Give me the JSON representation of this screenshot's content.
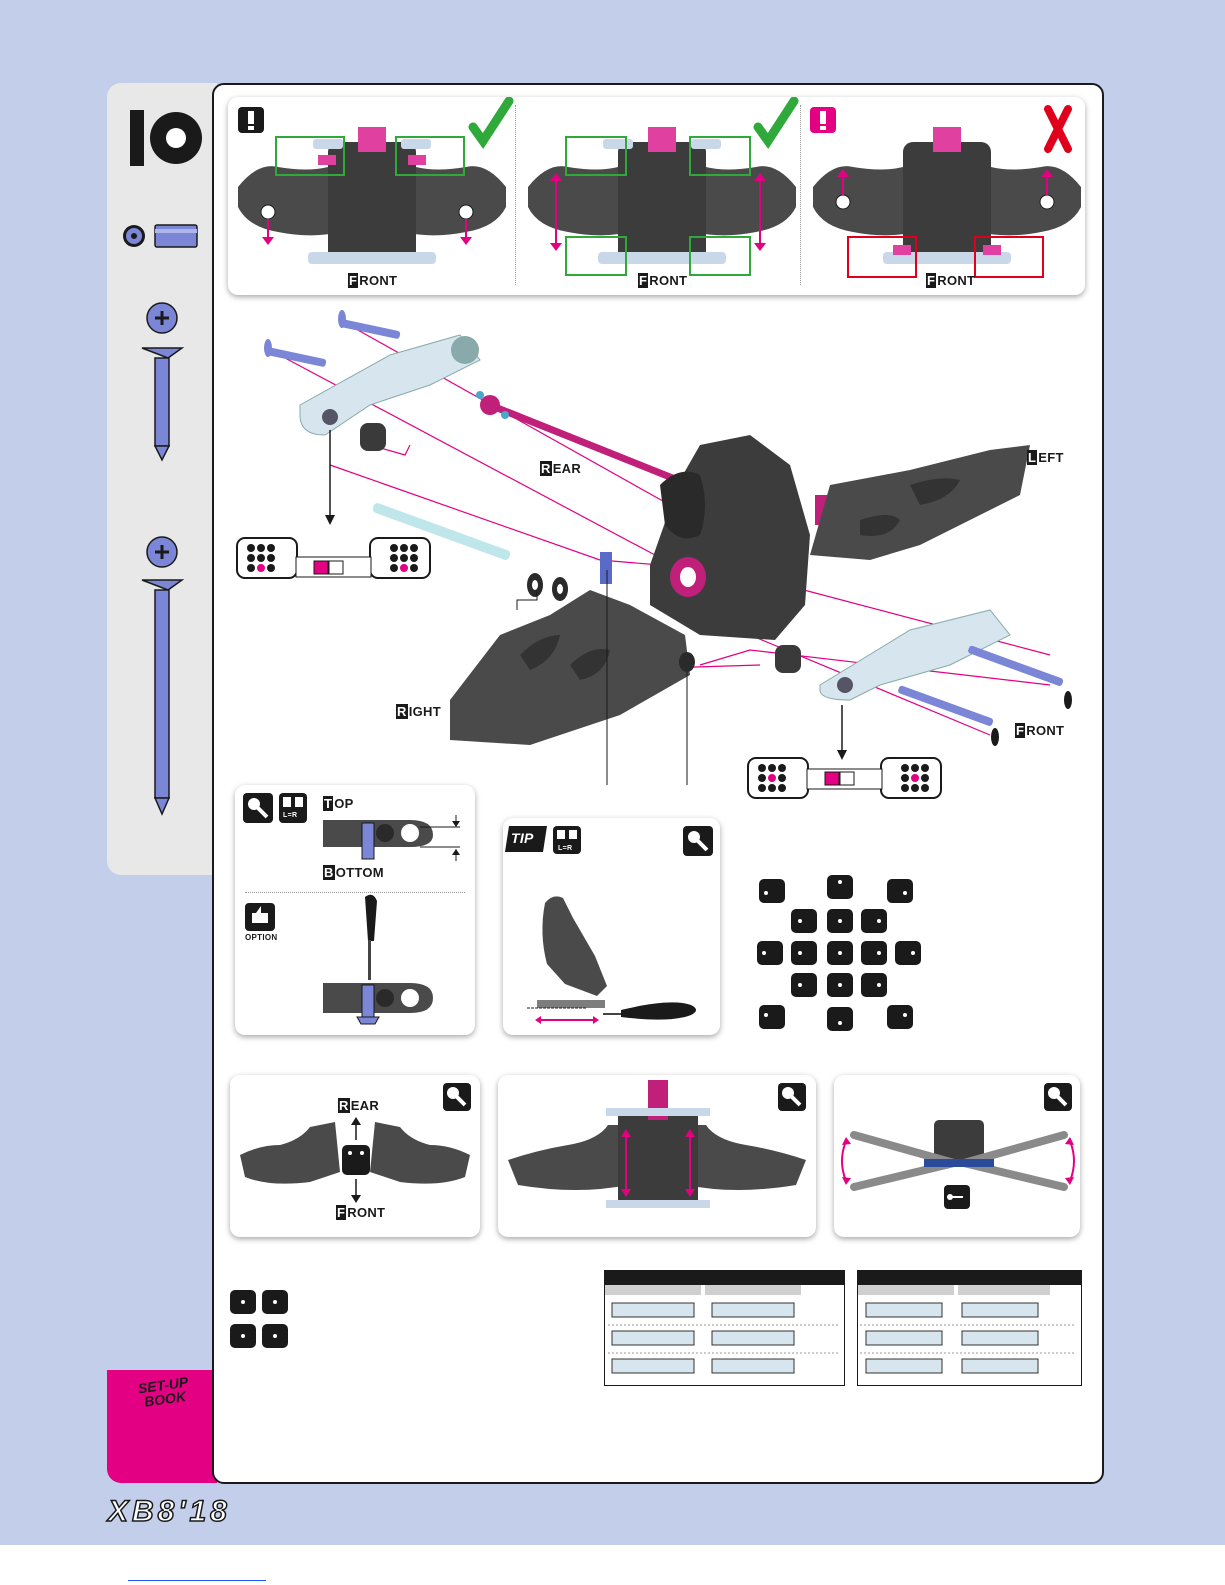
{
  "step": {
    "number": "10"
  },
  "panels": {
    "check1": {
      "front_label": "FRONT",
      "front_cap": "F",
      "front_rest": "RONT"
    },
    "check2": {
      "front_label": "FRONT",
      "front_cap": "F",
      "front_rest": "RONT"
    },
    "check3": {
      "front_label": "FRONT",
      "front_cap": "F",
      "front_rest": "RONT"
    }
  },
  "assembly": {
    "rear": {
      "cap": "R",
      "rest": "EAR"
    },
    "left": {
      "cap": "L",
      "rest": "EFT"
    },
    "right": {
      "cap": "R",
      "rest": "IGHT"
    },
    "front": {
      "cap": "F",
      "rest": "RONT"
    }
  },
  "detail": {
    "top": {
      "cap": "T",
      "rest": "OP"
    },
    "bottom": {
      "cap": "B",
      "rest": "OTTOM"
    },
    "option": "OPTION",
    "lr_badge": "L=R",
    "tip": "TIP"
  },
  "bottom_panels": {
    "rear": {
      "cap": "R",
      "rest": "EAR"
    },
    "front": {
      "cap": "F",
      "rest": "RONT"
    }
  },
  "footer": {
    "logo": "XB8'18",
    "tab": "SET-UP BOOK"
  },
  "colors": {
    "background": "#c3cfea",
    "accent_pink": "#e40082",
    "check_green": "#2faa3a",
    "cross_red": "#e0001b",
    "part_blue": "#7b86d6"
  }
}
